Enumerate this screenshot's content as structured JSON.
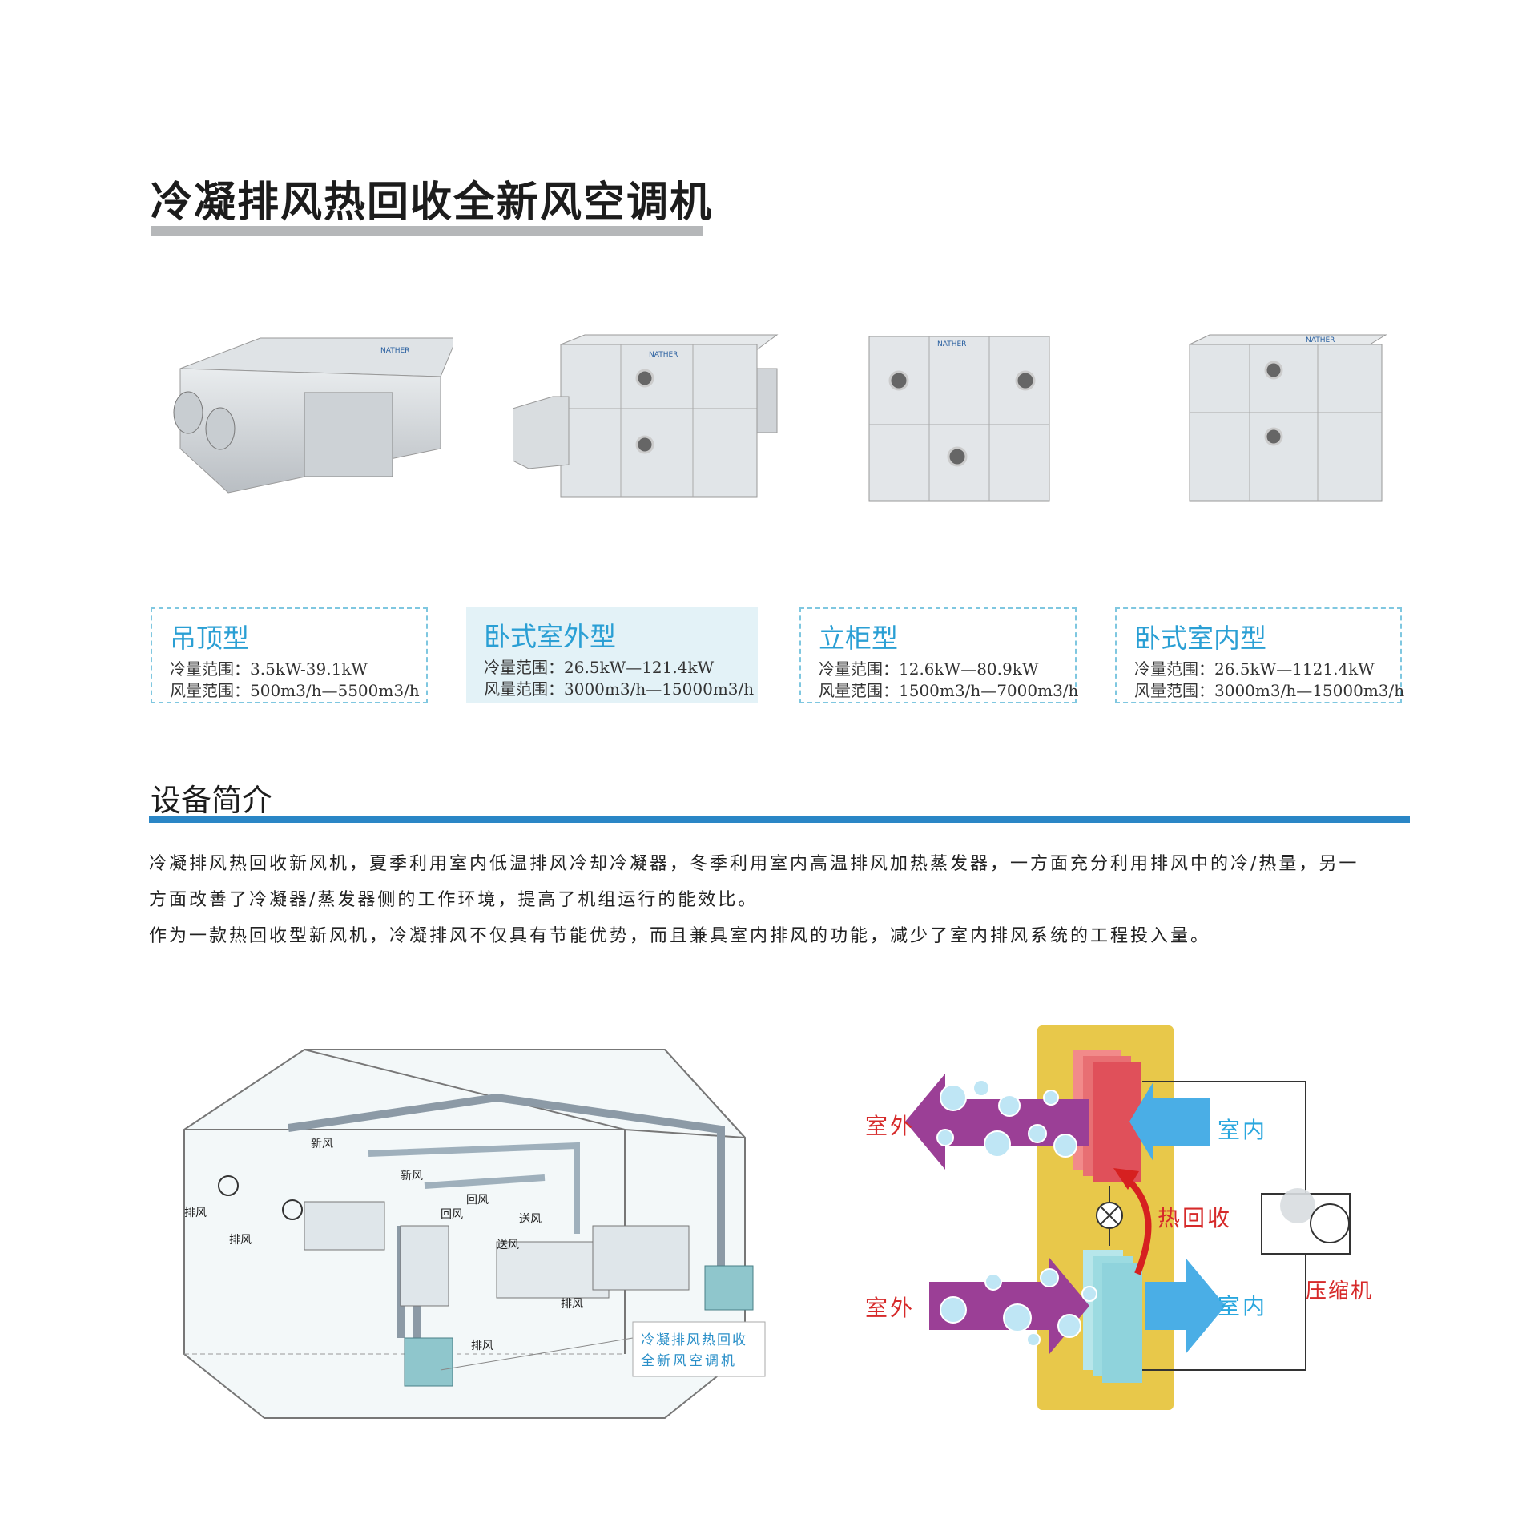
{
  "title": "冷凝排风热回收全新风空调机",
  "products": [
    {
      "name": "吊顶型",
      "cooling": "冷量范围：3.5kW-39.1kW",
      "airflow": "风量范围：500m3/h—5500m3/h"
    },
    {
      "name": "卧式室外型",
      "cooling": "冷量范围：26.5kW—121.4kW",
      "airflow": "风量范围：3000m3/h—15000m3/h"
    },
    {
      "name": "立柜型",
      "cooling": "冷量范围：12.6kW—80.9kW",
      "airflow": "风量范围：1500m3/h—7000m3/h"
    },
    {
      "name": "卧式室内型",
      "cooling": "冷量范围：26.5kW—1121.4kW",
      "airflow": "风量范围：3000m3/h—15000m3/h"
    }
  ],
  "section": {
    "title": "设备简介",
    "paragraphs": [
      "冷凝排风热回收新风机，夏季利用室内低温排风冷却冷凝器，冬季利用室内高温排风加热蒸发器，一方面充分利用排风中的冷/热量，另一",
      "方面改善了冷凝器/蒸发器侧的工作环境，提高了机组运行的能效比。",
      "作为一款热回收型新风机，冷凝排风不仅具有节能优势，而且兼具室内排风的功能，减少了室内排风系统的工程投入量。"
    ]
  },
  "building_diagram": {
    "labels": {
      "xinfeng_1": "新风",
      "xinfeng_2": "新风",
      "paifeng_left": "排风",
      "paifeng_mid": "排风",
      "paifeng_right": "排风",
      "paifeng_bottom": "排风",
      "huifeng_1": "回风",
      "huifeng_2": "回风",
      "songfeng_1": "送风",
      "songfeng_2": "送风"
    },
    "callout_line1": "冷凝排风热回收",
    "callout_line2": "全新风空调机"
  },
  "schematic": {
    "outdoor_top": "室外",
    "indoor_top": "室内",
    "heat_recovery": "热回收",
    "outdoor_bottom": "室外",
    "indoor_bottom": "室内",
    "compressor": "压缩机",
    "colors": {
      "wall": "#e8c84a",
      "condenser": "#e0505a",
      "evaporator": "#8fd3dc",
      "exhaust_arrow": "#9b3f96",
      "indoor_arrow": "#4aaee6",
      "hot_arrow": "#d62020"
    }
  }
}
